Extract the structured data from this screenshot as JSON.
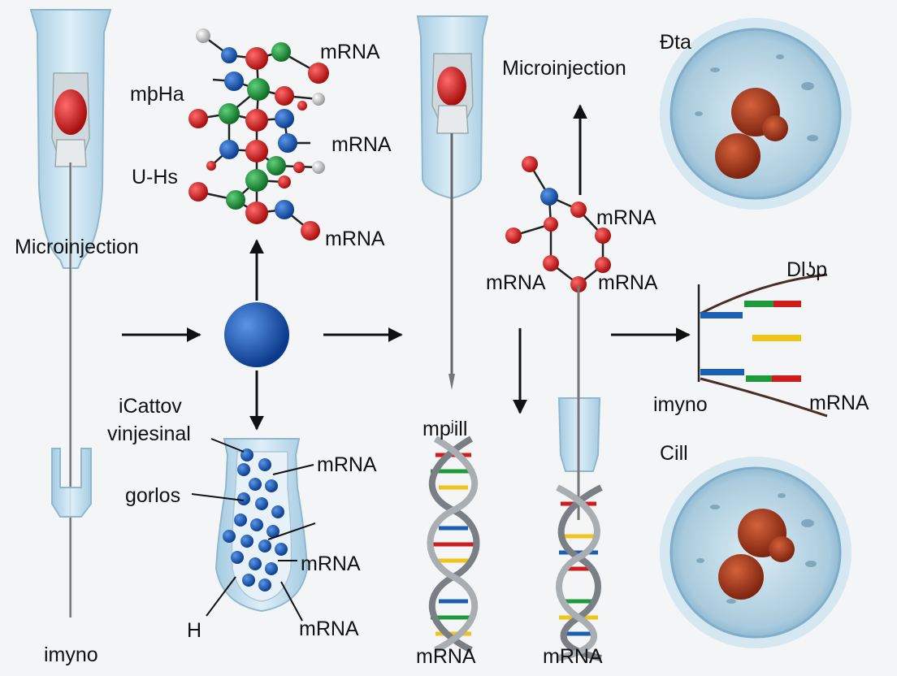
{
  "labels": {
    "microinjection_left": "Microinjection",
    "imyno_bottom_left": "imyno",
    "mrna_top": "mRNA",
    "mphha": "mþHa",
    "mrna_mid": "mRNA",
    "u_hs": "U-Hs",
    "mrna_low": "mRNA",
    "icattov": "iCattov",
    "vinjesinal": "vinjesinal",
    "mrna_vial_top": "mRNA",
    "gorlos": "gorlos",
    "mrna_vial_mid": "mRNA",
    "h": "H",
    "mrna_vial_bottom": "mRNA",
    "mp_ill": "mpʲill",
    "mrna_dna_left": "mRNA",
    "microinjection_top": "Microinjection",
    "mrna_hex_right": "mRNA",
    "mrna_hex_left": "mRNA",
    "mrna_hex_bottom_right": "mRNA",
    "mrna_dna_right": "mRNA",
    "eta": "Ɖta",
    "dlp": "Dlʖp",
    "imyno_gel": "imyno",
    "mrna_gel": "mRNA",
    "cill": "Cill"
  },
  "colors": {
    "glass": "#bcd9ea",
    "glass_edge": "#8fb7cf",
    "atom_red": "#d01c1c",
    "atom_green": "#1f9a3a",
    "atom_blue": "#1a5fb4",
    "bond": "#222222",
    "cell_bg": "#bcd8e6",
    "nucleus": "#a8391d",
    "arrow": "#111111"
  },
  "icons": [
    "pipette-icon",
    "molecule-icon",
    "sphere-icon",
    "vial-icon",
    "dna-helix-icon",
    "cell-icon",
    "gel-icon",
    "arrow-icon"
  ]
}
